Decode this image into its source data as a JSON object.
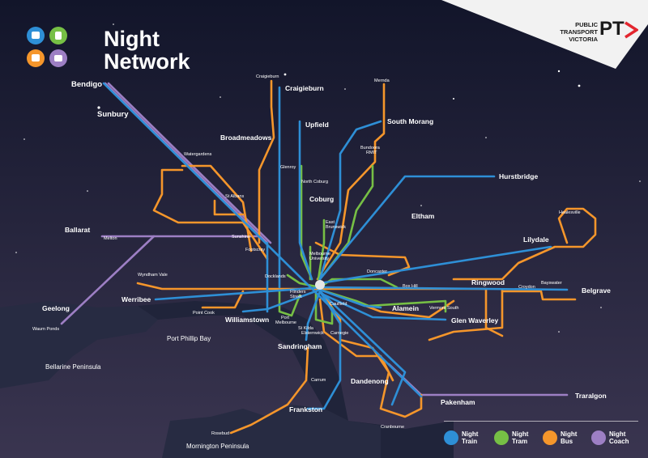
{
  "title": {
    "line1": "Night",
    "line2": "Network"
  },
  "brand": {
    "line1": "PUBLIC",
    "line2": "TRANSPORT",
    "line3": "VICTORIA",
    "logo_text": "PT"
  },
  "colors": {
    "train": "#2e8fd6",
    "tram": "#76bf45",
    "bus": "#f5962b",
    "coach": "#9d7fc4",
    "background": "#14182c",
    "land": "#2b2f45"
  },
  "legend": [
    {
      "line1": "Night",
      "line2": "Train",
      "icon": "train-icon"
    },
    {
      "line1": "Night",
      "line2": "Tram",
      "icon": "tram-icon"
    },
    {
      "line1": "Night",
      "line2": "Bus",
      "icon": "bus-icon"
    },
    {
      "line1": "Night",
      "line2": "Coach",
      "icon": "coach-icon"
    }
  ],
  "regions": {
    "bay": "Port Phillip Bay",
    "bellarine": "Bellarine Peninsula",
    "mornington": "Mornington Peninsula"
  },
  "stations_major": {
    "bendigo": "Bendigo",
    "sunbury": "Sunbury",
    "craigieburn": "Craigieburn",
    "broadmeadows": "Broadmeadows",
    "upfield": "Upfield",
    "south_morang": "South Morang",
    "hurstbridge": "Hurstbridge",
    "eltham": "Eltham",
    "coburg": "Coburg",
    "ballarat": "Ballarat",
    "lilydale": "Lilydale",
    "ringwood": "Ringwood",
    "belgrave": "Belgrave",
    "geelong": "Geelong",
    "werribee": "Werribee",
    "williamstown": "Williamstown",
    "alamein": "Alamein",
    "glen_waverley": "Glen Waverley",
    "sandringham": "Sandringham",
    "dandenong": "Dandenong",
    "pakenham": "Pakenham",
    "traralgon": "Traralgon",
    "frankston": "Frankston"
  },
  "stations_minor": {
    "craigieburn_bus": "Craigieburn",
    "mernda": "Mernda",
    "watergardens": "Watergardens",
    "glenroy": "Glenroy",
    "north_coburg": "North Coburg",
    "bundoora": "Bundoora\nRMIT",
    "st_albans": "St Albans",
    "sunshine": "Sunshine",
    "melton": "Melton",
    "east_brunswick": "East\nBrunswick",
    "footscray": "Footscray",
    "melb_uni": "Melbourne\nUniversity",
    "doncaster": "Doncaster",
    "healesville": "Healesville",
    "wyndham_vale": "Wyndham Vale",
    "docklands": "Docklands",
    "flinders": "Flinders\nStreet",
    "box_hill": "Box Hill",
    "croydon": "Croydon",
    "bayswater": "Bayswater",
    "point_cook": "Point Cook",
    "port_melb": "Port\nMelbourne",
    "caulfield": "Caulfield",
    "vermont_south": "Vermont South",
    "st_kilda": "St Kilda",
    "elsternwick": "Elsternwick",
    "carnegie": "Carnegie",
    "waurn_ponds": "Waurn Ponds",
    "carrum": "Carrum",
    "cranbourne": "Cranbourne",
    "rosebud": "Rosebud"
  }
}
